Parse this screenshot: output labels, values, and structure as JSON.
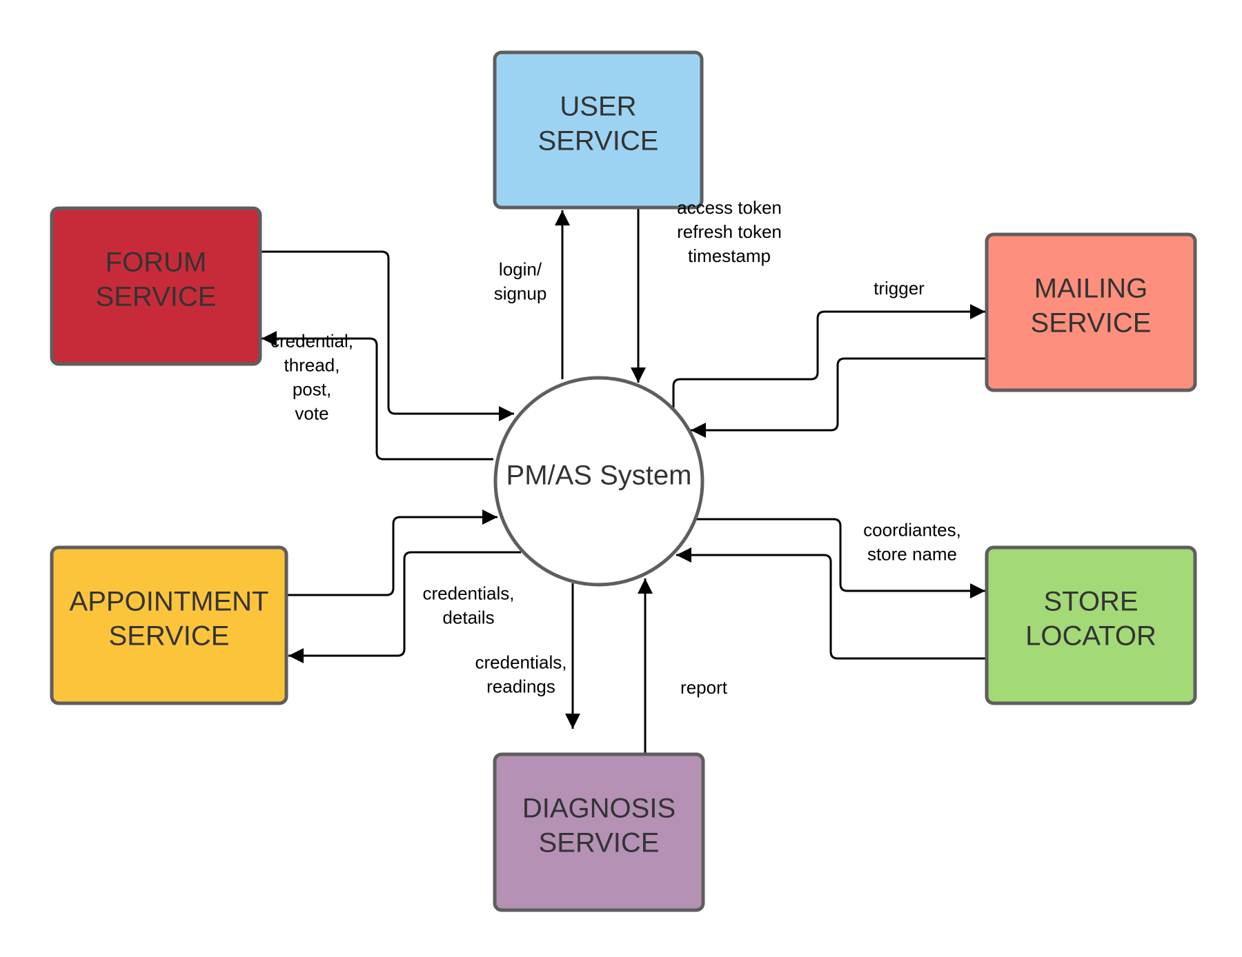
{
  "center": {
    "label": "PM/AS System"
  },
  "nodes": [
    {
      "id": "user",
      "lines": [
        "USER",
        "SERVICE"
      ],
      "color": "#9dd3f2"
    },
    {
      "id": "forum",
      "lines": [
        "FORUM",
        "SERVICE"
      ],
      "color": "#c72b39"
    },
    {
      "id": "mailing",
      "lines": [
        "MAILING",
        "SERVICE"
      ],
      "color": "#fe8f7d"
    },
    {
      "id": "appointment",
      "lines": [
        "APPOINTMENT",
        "SERVICE"
      ],
      "color": "#fbc43b"
    },
    {
      "id": "store",
      "lines": [
        "STORE",
        "LOCATOR"
      ],
      "color": "#a3d977"
    },
    {
      "id": "diagnosis",
      "lines": [
        "DIAGNOSIS",
        "SERVICE"
      ],
      "color": "#b491b5"
    }
  ],
  "edge_labels": [
    {
      "id": "login",
      "lines": [
        "login/",
        "signup"
      ]
    },
    {
      "id": "tokens",
      "lines": [
        "access token",
        "refresh token",
        "timestamp"
      ]
    },
    {
      "id": "forum",
      "lines": [
        "credential,",
        "thread,",
        "post,",
        "vote"
      ]
    },
    {
      "id": "trigger",
      "lines": [
        "trigger"
      ]
    },
    {
      "id": "appointment",
      "lines": [
        "credentials,",
        "details"
      ]
    },
    {
      "id": "store",
      "lines": [
        "coordiantes,",
        "store name"
      ]
    },
    {
      "id": "readings",
      "lines": [
        "credentials,",
        "readings"
      ]
    },
    {
      "id": "report",
      "lines": [
        "report"
      ]
    }
  ]
}
